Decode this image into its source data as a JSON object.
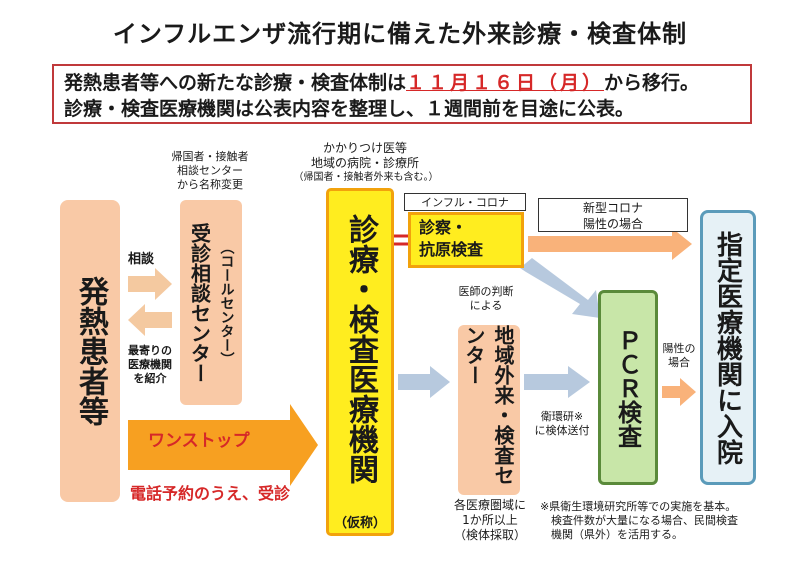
{
  "title": "インフルエンザ流行期に備えた外来診療・検査体制",
  "notice": {
    "line1_pre": "発熱患者等への新たな診療・検査体制は",
    "line1_date": "１１月１６日（月）",
    "line1_post": "から移行。",
    "line2": "診療・検査医療機関は公表内容を整理し、１週間前を目途に公表。"
  },
  "patient": {
    "label": "発熱患者等"
  },
  "arrows": {
    "consult": "相談",
    "refer": "最寄りの\n医療機関\nを紹介",
    "onestop": "ワンストップ",
    "phone": "電話予約のうえ、受診",
    "doctor_judgement": "医師の判断\nによる",
    "send_sample": "衛環研※\nに検体送付",
    "positive": "陽性の\n場合",
    "corona_positive_line1": "新型コロナ",
    "corona_positive_line2": "陽性の場合"
  },
  "consult_center": {
    "caption": "帰国者・接触者\n相談センター\nから名称変更",
    "label": "受診相談センター",
    "sub": "（コールセンター）"
  },
  "clinic": {
    "caption1": "かかりつけ医等",
    "caption2": "地域の病院・診療所",
    "caption3": "（帰国者・接触者外来も含む。）",
    "label": "診療・検査医療機関",
    "sub": "（仮称）"
  },
  "exam": {
    "tag": "インフル・コロナ",
    "line1": "診察・",
    "line2": "抗原検査"
  },
  "local_center": {
    "label": "地域外来・検査センター",
    "caption": "各医療圏域に\n1か所以上\n（検体採取）"
  },
  "pcr": {
    "label": "ＰＣＲ検査"
  },
  "hospital": {
    "label": "指定医療機関に入院"
  },
  "note": "※県衛生環境研究所等での実施を基本。\n　検査件数が大量になる場合、民間検査\n　機関（県外）を活用する。"
}
